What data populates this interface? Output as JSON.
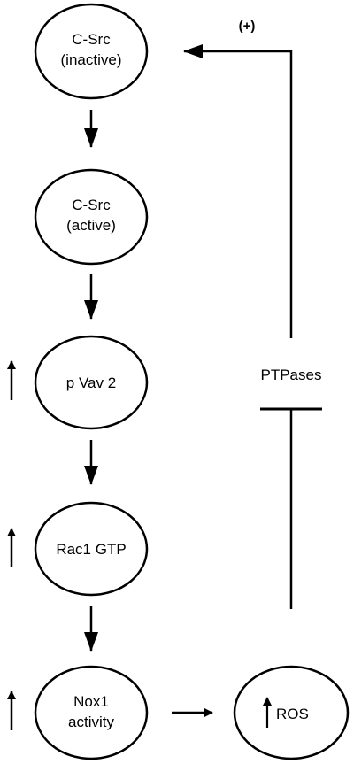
{
  "nodes": {
    "csrc_inactive": {
      "line1": "C-Src",
      "line2": "(inactive)"
    },
    "csrc_active": {
      "line1": "C-Src",
      "line2": "(active)"
    },
    "pvav2": {
      "label": "p Vav 2"
    },
    "rac1gtp": {
      "label": "Rac1 GTP"
    },
    "nox1": {
      "line1": "Nox1",
      "line2": "activity"
    },
    "ros": {
      "label": "ROS"
    }
  },
  "labels": {
    "ptpases": "PTPases",
    "positive_feedback": "(+)"
  },
  "up_arrow_indicators": [
    "p Vav 2",
    "Rac1 GTP",
    "Nox1 activity",
    "ROS"
  ],
  "colors": {
    "stroke": "#000000",
    "background": "#ffffff"
  }
}
